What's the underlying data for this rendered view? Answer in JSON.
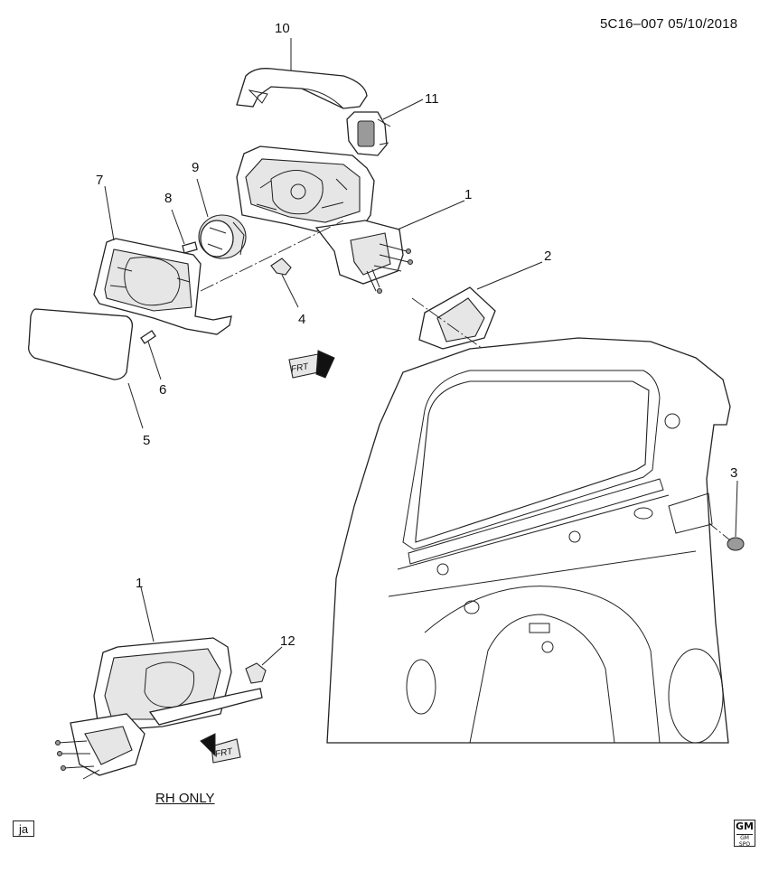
{
  "header": {
    "code": "5C16–007  05/10/2018"
  },
  "callouts": [
    "10",
    "11",
    "7",
    "9",
    "8",
    "1",
    "2",
    "4",
    "6",
    "5",
    "3",
    "1",
    "12"
  ],
  "labels": {
    "rh_only": "RH ONLY",
    "frt": "FRT",
    "ja": "ja",
    "gm": "GM",
    "gm_sub": "GM SPO"
  },
  "icons": [
    "frt-arrow-icon",
    "gm-logo-icon"
  ]
}
